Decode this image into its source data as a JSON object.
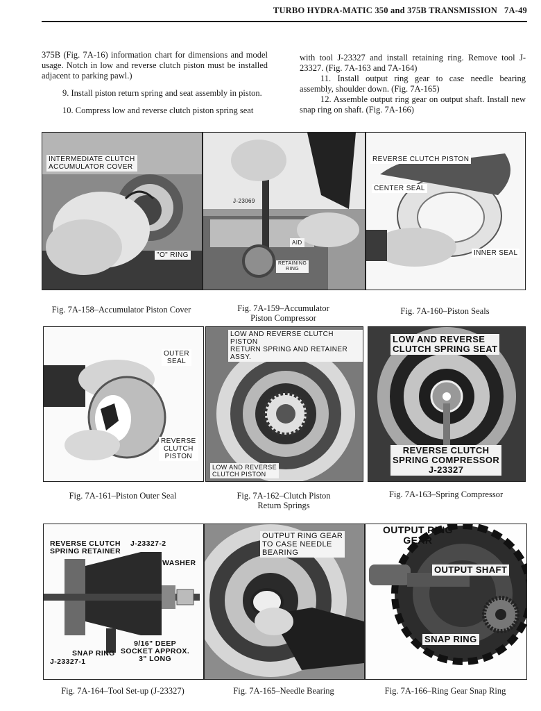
{
  "header": {
    "title": "TURBO HYDRA-MATIC 350 and 375B TRANSMISSION",
    "page": "7A-49"
  },
  "body": {
    "left_p1": "375B (Fig. 7A-16) information chart for dimensions and model usage. Notch in low and reverse clutch piston must be installed adjacent to parking pawl.)",
    "left_p2": "9. Install piston return spring and seat assembly in piston.",
    "left_p3": "10. Compress low and reverse clutch piston spring seat",
    "right_p1": "with tool J-23327 and install retaining ring. Remove tool J-23327. (Fig. 7A-163 and 7A-164)",
    "right_p2": "11. Install output ring gear to case needle bearing assembly, shoulder down. (Fig. 7A-165)",
    "right_p3": "12. Assemble output ring gear on output shaft. Install new snap ring on shaft. (Fig. 7A-166)"
  },
  "figures": {
    "f158": {
      "caption": "Fig. 7A-158–Accumulator Piston Cover",
      "label1": "INTERMEDIATE CLUTCH\nACCUMULATOR COVER",
      "label2": "\"O\" RING"
    },
    "f159": {
      "caption": "Fig. 7A-159–Accumulator\nPiston Compressor",
      "label1": "J-23069",
      "label2": "AID",
      "label3": "RETAINING\nRING"
    },
    "f160": {
      "caption": "Fig. 7A-160–Piston Seals",
      "label1": "REVERSE CLUTCH PISTON",
      "label2": "CENTER SEAL",
      "label3": "INNER SEAL"
    },
    "f161": {
      "caption": "Fig. 7A-161–Piston Outer Seal",
      "label1": "OUTER\nSEAL",
      "label2": "REVERSE\nCLUTCH\nPISTON"
    },
    "f162": {
      "caption": "Fig. 7A-162–Clutch Piston\nReturn Springs",
      "label1": "LOW AND REVERSE CLUTCH PISTON\nRETURN SPRING AND RETAINER ASSY.",
      "label2": "LOW AND REVERSE\nCLUTCH PISTON"
    },
    "f163": {
      "caption": "Fig. 7A-163–Spring Compressor",
      "label1": "LOW AND REVERSE\nCLUTCH SPRING SEAT",
      "label2": "REVERSE CLUTCH\nSPRING COMPRESSOR\nJ-23327"
    },
    "f164": {
      "caption": "Fig. 7A-164–Tool Set-up (J-23327)",
      "label1": "REVERSE CLUTCH\nSPRING RETAINER",
      "label2": "J-23327-2",
      "label3": "WASHER",
      "label4": "9/16\" DEEP\nSOCKET APPROX.\n3\" LONG",
      "label5": "SNAP RING",
      "label6": "J-23327-1"
    },
    "f165": {
      "caption": "Fig. 7A-165–Needle Bearing",
      "label1": "OUTPUT RING GEAR\nTO CASE NEEDLE\nBEARING"
    },
    "f166": {
      "caption": "Fig. 7A-166–Ring Gear Snap Ring",
      "label1": "OUTPUT RING\nGEAR",
      "label2": "OUTPUT SHAFT",
      "label3": "SNAP RING"
    }
  }
}
